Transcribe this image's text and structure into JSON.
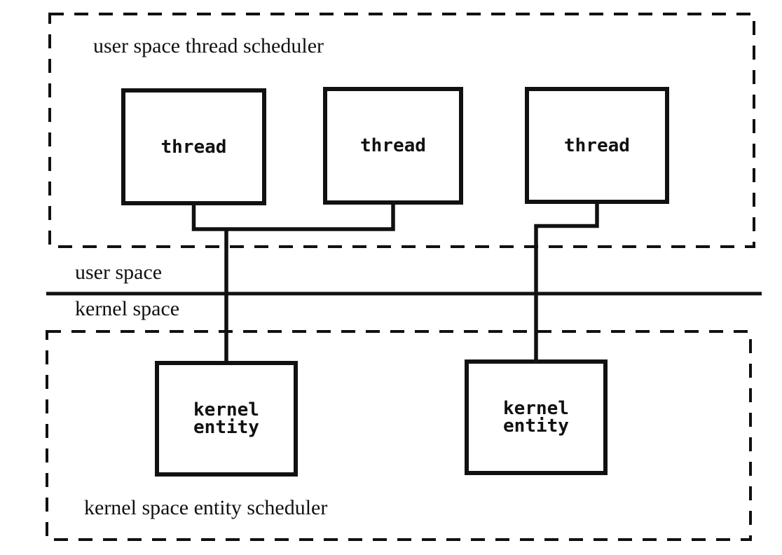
{
  "diagram": {
    "user_scheduler": {
      "label": "user space thread scheduler",
      "threads": [
        "thread",
        "thread",
        "thread"
      ]
    },
    "boundary": {
      "user_space_label": "user space",
      "kernel_space_label": "kernel space"
    },
    "kernel_scheduler": {
      "label": "kernel space entity scheduler",
      "entities": [
        "kernel\nentity",
        "kernel\nentity"
      ]
    },
    "colors": {
      "ink": "#111111",
      "background": "#ffffff"
    }
  }
}
